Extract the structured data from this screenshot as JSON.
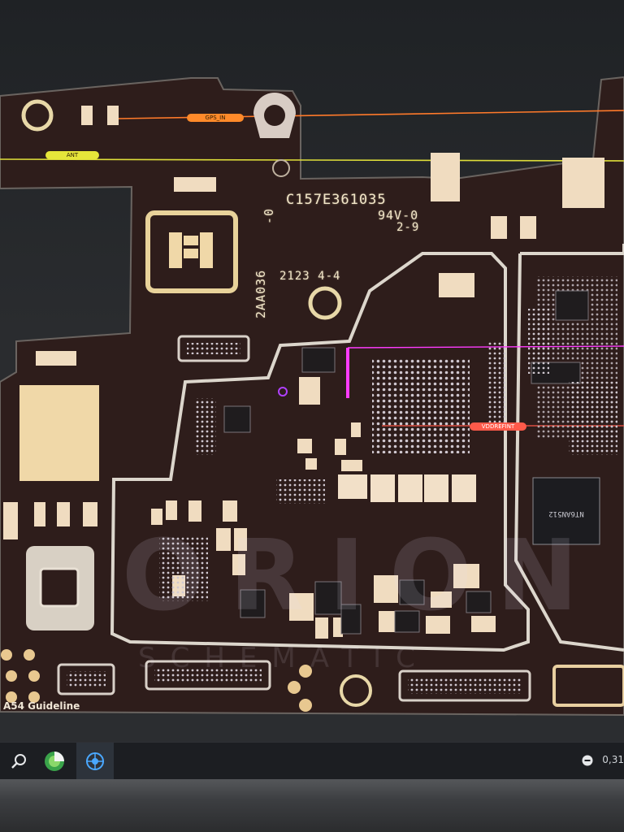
{
  "board": {
    "silkscreen_code": "C157E361035",
    "silkscreen_rating": "94V-0",
    "silkscreen_rating_sub": "2-9",
    "silkscreen_date": "2123 4-4",
    "silkscreen_part": "2AA036",
    "silkscreen_zero": "-0"
  },
  "nets": {
    "gps_label": "GPS_IN",
    "ant_label": "ANT",
    "vmon_label": "VDDREFINT"
  },
  "watermark": {
    "brand": "ORION",
    "sub": "SCHEMATIC"
  },
  "document": {
    "caption": "A54 Guideline"
  },
  "taskbar": {
    "clock": "0,31"
  },
  "colors": {
    "board": "#2c1c1a",
    "outline": "#dcd6cc",
    "gps_net": "#ff7a2a",
    "ant_net": "#dede3a",
    "highlight_net": "#ff3cff",
    "vmon_net": "#ff5a4a",
    "pad": "#f0dcc0"
  }
}
